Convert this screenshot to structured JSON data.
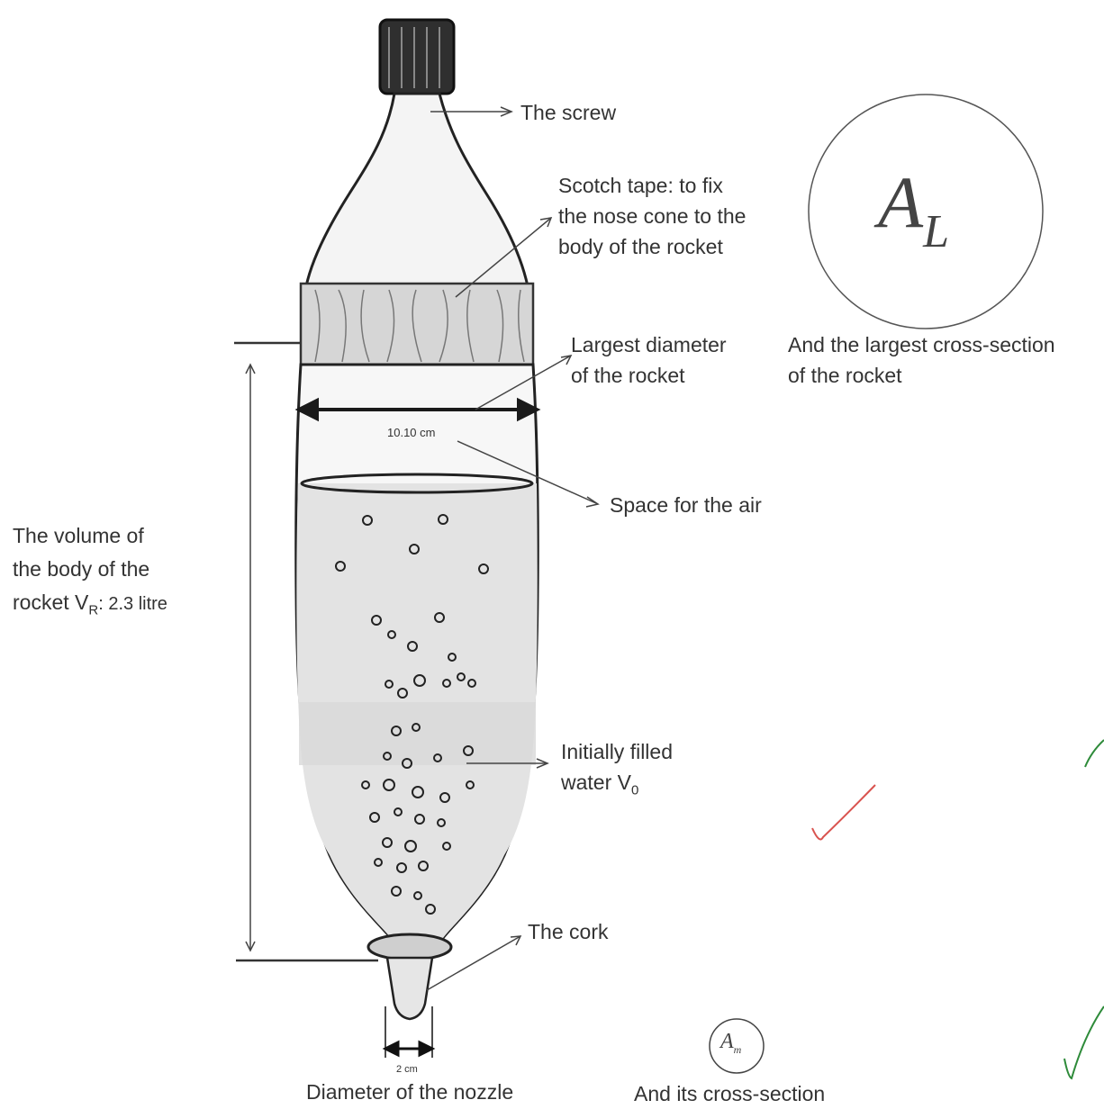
{
  "labels": {
    "screw": "The screw",
    "tape_1": "Scotch tape: to fix",
    "tape_2": "the nose cone to the",
    "tape_3": "body of the rocket",
    "largest_diameter_1": "Largest diameter",
    "largest_diameter_2": "of the rocket",
    "largest_cross_1": "And the largest cross-section",
    "largest_cross_2": "of the rocket",
    "diameter_value": "10.10 cm",
    "air_space": "Space for the air",
    "volume_1": "The volume of",
    "volume_2": "the body of the",
    "volume_3_prefix": "rocket V",
    "volume_3_sub": "R",
    "volume_3_suffix": ": 2.3 litre",
    "water_1": "Initially filled",
    "water_2_prefix": "water V",
    "water_2_sub": "0",
    "cork": "The cork",
    "nozzle_value": "2 cm",
    "nozzle_label": "Diameter of the nozzle",
    "nozzle_cross": "And its cross-section"
  },
  "symbols": {
    "large_area_main": "A",
    "large_area_sub": "L",
    "nozzle_area_main": "A",
    "nozzle_area_sub": "m"
  },
  "colors": {
    "ink": "#2b2b2b",
    "checkmark_red": "#d9534f",
    "checkmark_green": "#2e8b3a"
  }
}
